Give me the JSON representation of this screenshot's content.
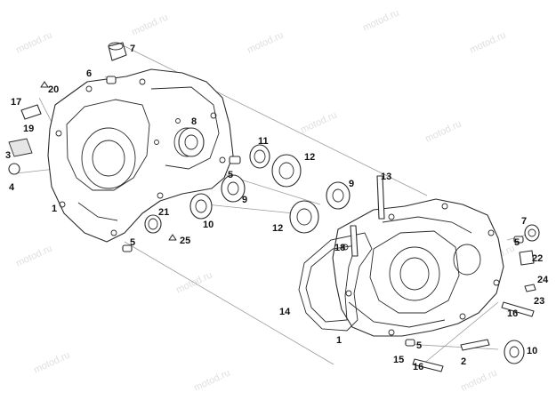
{
  "watermark": "motod.ru",
  "callouts": {
    "c1_left": "1",
    "c1_right": "1",
    "c2": "2",
    "c3": "3",
    "c4": "4",
    "c5_a": "5",
    "c5_b": "5",
    "c5_c": "5",
    "c5_d": "5",
    "c6": "6",
    "c7_top": "7",
    "c7_right": "7",
    "c8": "8",
    "c9_a": "9",
    "c9_b": "9",
    "c10_a": "10",
    "c10_b": "10",
    "c11": "11",
    "c12_a": "12",
    "c12_b": "12",
    "c13": "13",
    "c14": "14",
    "c15": "15",
    "c16_a": "16",
    "c16_b": "16",
    "c17": "17",
    "c18": "18",
    "c19": "19",
    "c20": "20",
    "c21": "21",
    "c22": "22",
    "c23": "23",
    "c24": "24",
    "c25": "25"
  }
}
